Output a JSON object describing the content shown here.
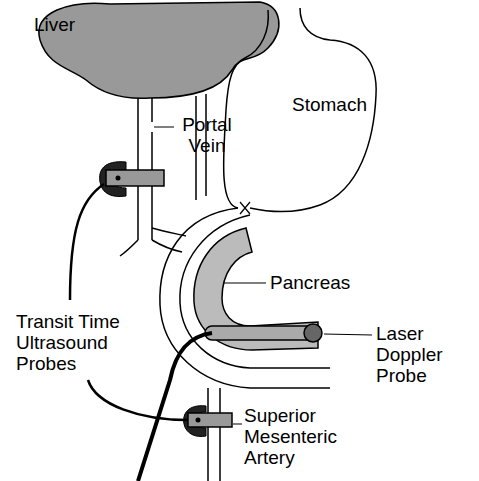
{
  "diagram": {
    "labels": [
      "Liver",
      "Portal Vein",
      "Stomach",
      "Pancreas",
      "Transit Time Ultrasound Probes",
      "Laser Doppler Probe",
      "Superior Mesenteric Artery"
    ]
  }
}
